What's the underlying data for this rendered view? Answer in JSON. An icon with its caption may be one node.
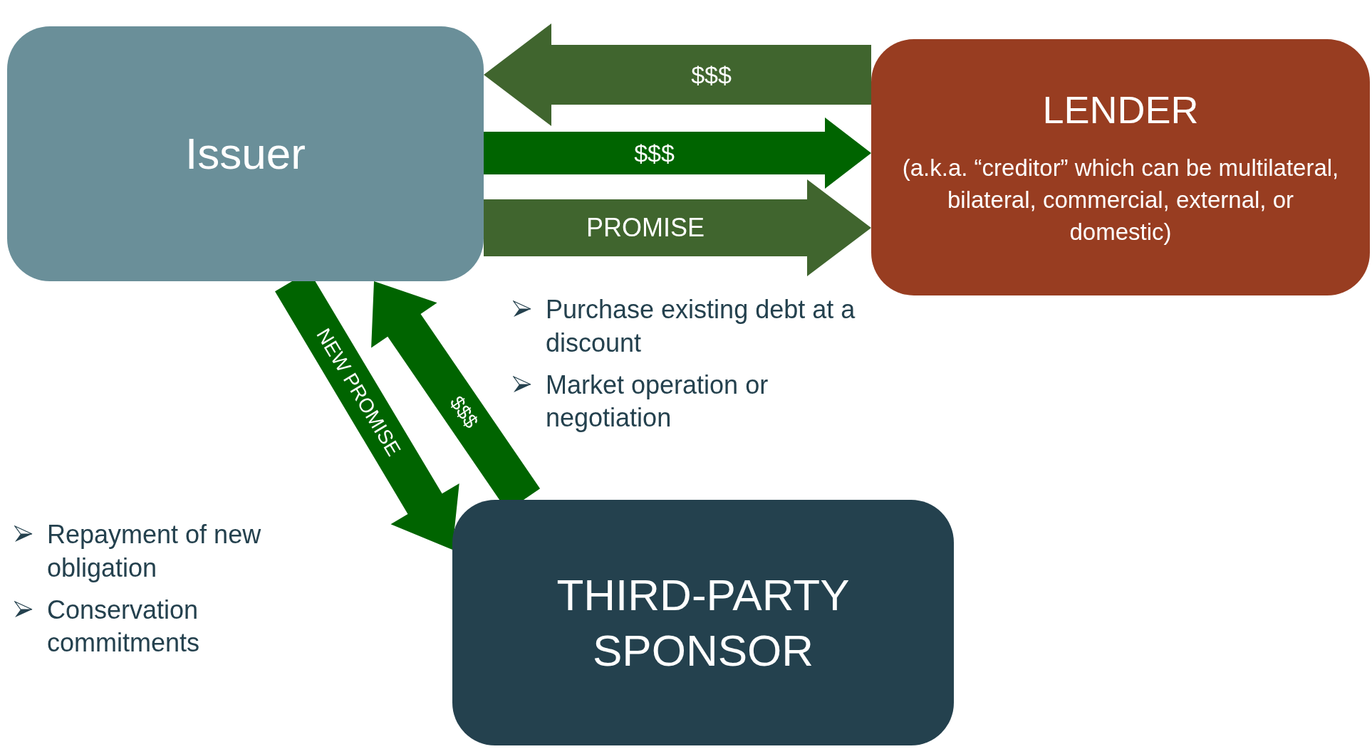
{
  "diagram": {
    "nodes": [
      {
        "text": [
          "Issuer"
        ]
      },
      {
        "text": [
          "LENDER",
          "(a.k.a. “creditor” which can be multilateral, bilateral, commercial, external, or domestic)"
        ]
      },
      {
        "text": [
          "THIRD-PARTY SPONSOR"
        ]
      }
    ],
    "edges": [
      {
        "from": 1,
        "to": 0,
        "arrow": "to",
        "label": "$$$",
        "color": "#40652e"
      },
      {
        "from": 0,
        "to": 1,
        "arrow": "to",
        "label": "$$$"
      },
      {
        "from": 0,
        "to": 1,
        "arrow": "to",
        "label": "PROMISE",
        "color": "#40652e"
      },
      {
        "from": 0,
        "to": 2,
        "arrow": "to",
        "label": "NEW PROMISE"
      },
      {
        "from": 2,
        "to": 0,
        "arrow": "to",
        "label": "$$$"
      }
    ],
    "labels": [
      "Purchase existing debt at a discount",
      "Market operation or negotiation",
      "Repayment of new obligation",
      "Conservation commitments"
    ]
  }
}
